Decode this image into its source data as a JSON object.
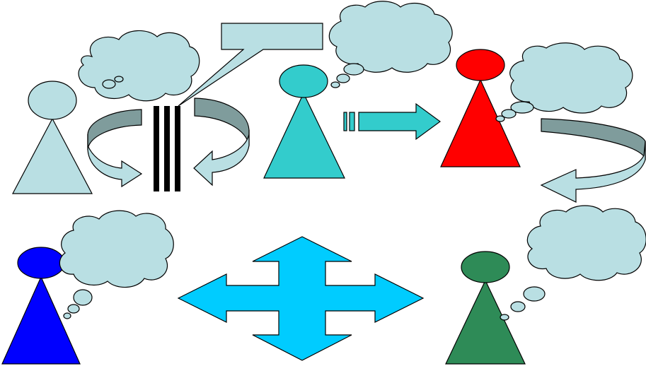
{
  "colors": {
    "light": "#b9dfe3",
    "teal": "#33cccc",
    "red": "#ff0000",
    "blue": "#0000ff",
    "green": "#2e8b57",
    "grey": "#7f9c9c",
    "arrow4": "#00ccff",
    "bars": "#000000"
  },
  "figures": [
    {
      "name": "person-light-blue",
      "color": "light"
    },
    {
      "name": "person-teal",
      "color": "teal"
    },
    {
      "name": "person-red",
      "color": "red"
    },
    {
      "name": "person-blue",
      "color": "blue"
    },
    {
      "name": "person-green",
      "color": "green"
    }
  ],
  "callout": {
    "text": ""
  }
}
